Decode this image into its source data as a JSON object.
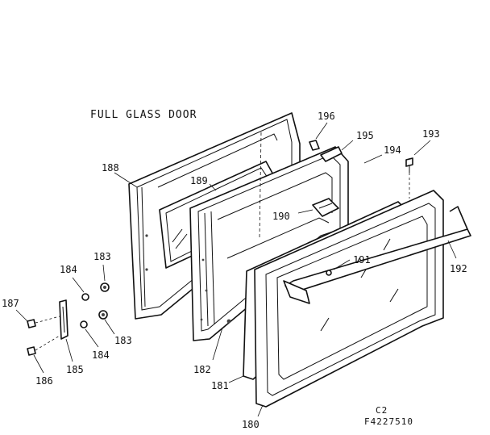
{
  "title": "FULL GLASS DOOR",
  "drawing_code": "C2",
  "drawing_number": "F4227510",
  "part_labels": {
    "p180": "180",
    "p181": "181",
    "p182": "182",
    "p183a": "183",
    "p183b": "183",
    "p184a": "184",
    "p184b": "184",
    "p185": "185",
    "p186": "186",
    "p187": "187",
    "p188": "188",
    "p189": "189",
    "p190": "190",
    "p191": "191",
    "p192": "192",
    "p193": "193",
    "p194": "194",
    "p195": "195",
    "p196": "196"
  }
}
